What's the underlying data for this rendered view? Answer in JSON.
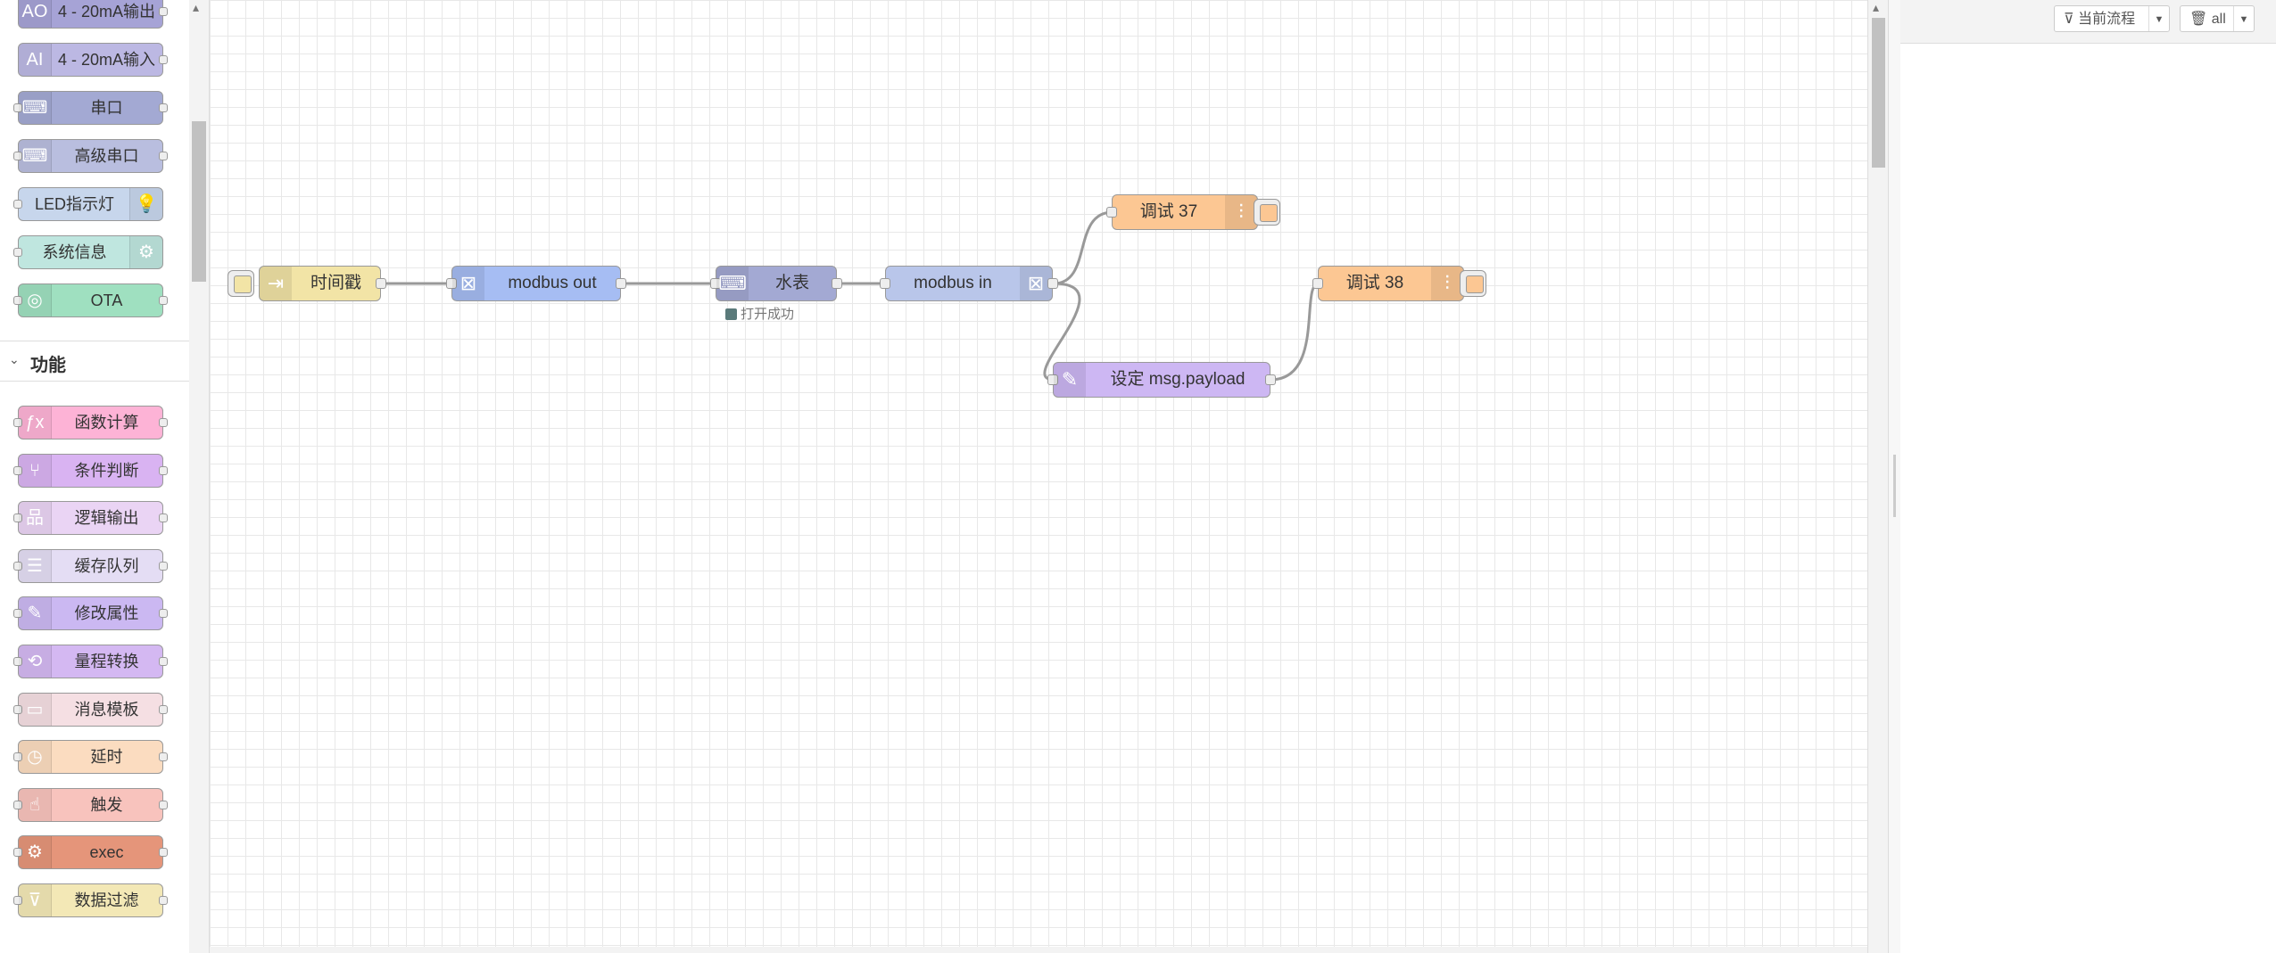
{
  "palette": {
    "nodes_top": [
      {
        "label": "4 - 20mA输出",
        "icon": "analog-output-icon",
        "glyph": "AO",
        "color": "#a6a3d6",
        "in": false,
        "out": true,
        "icon_side": "left"
      },
      {
        "label": "4 - 20mA输入",
        "icon": "analog-input-icon",
        "glyph": "AI",
        "color": "#bcb8e3",
        "in": false,
        "out": true,
        "icon_side": "left"
      },
      {
        "label": "串口",
        "icon": "serial-port-icon",
        "glyph": "⌨",
        "color": "#a3a9d3",
        "in": true,
        "out": true,
        "icon_side": "left"
      },
      {
        "label": "高级串口",
        "icon": "advanced-serial-icon",
        "glyph": "⌨",
        "color": "#b9bedf",
        "in": true,
        "out": true,
        "icon_side": "left"
      },
      {
        "label": "LED指示灯",
        "icon": "lightbulb-icon",
        "glyph": "💡",
        "color": "#c7d6ec",
        "in": true,
        "out": false,
        "icon_side": "right"
      },
      {
        "label": "系统信息",
        "icon": "gear-icon",
        "glyph": "⚙",
        "color": "#bfe6df",
        "in": true,
        "out": false,
        "icon_side": "right"
      },
      {
        "label": "OTA",
        "icon": "ota-icon",
        "glyph": "◎",
        "color": "#9fe0c0",
        "in": true,
        "out": true,
        "icon_side": "left"
      }
    ],
    "category": {
      "label": "功能",
      "chevron": "chevron-down-icon"
    },
    "nodes_func": [
      {
        "label": "函数计算",
        "icon": "function-icon",
        "glyph": "ƒx",
        "color": "#fdb3d6",
        "in": true,
        "out": true,
        "icon_side": "left"
      },
      {
        "label": "条件判断",
        "icon": "switch-icon",
        "glyph": "⑂",
        "color": "#d9b3f2",
        "in": true,
        "out": true,
        "icon_side": "left"
      },
      {
        "label": "逻辑输出",
        "icon": "logic-icon",
        "glyph": "品",
        "color": "#ead4f4",
        "in": true,
        "out": true,
        "icon_side": "left"
      },
      {
        "label": "缓存队列",
        "icon": "queue-icon",
        "glyph": "☰",
        "color": "#e4ddf4",
        "in": true,
        "out": true,
        "icon_side": "left"
      },
      {
        "label": "修改属性",
        "icon": "pencil-icon",
        "glyph": "✎",
        "color": "#cbb8f2",
        "in": true,
        "out": true,
        "icon_side": "left"
      },
      {
        "label": "量程转换",
        "icon": "range-icon",
        "glyph": "⟲",
        "color": "#d4b8f2",
        "in": true,
        "out": true,
        "icon_side": "left"
      },
      {
        "label": "消息模板",
        "icon": "template-icon",
        "glyph": "▭",
        "color": "#f5dfe3",
        "in": true,
        "out": true,
        "icon_side": "left"
      },
      {
        "label": "延时",
        "icon": "clock-icon",
        "glyph": "◷",
        "color": "#fbdcc0",
        "in": true,
        "out": true,
        "icon_side": "left"
      },
      {
        "label": "触发",
        "icon": "hand-icon",
        "glyph": "☝",
        "color": "#f8c3bd",
        "in": true,
        "out": true,
        "icon_side": "left"
      },
      {
        "label": "exec",
        "icon": "gear-icon",
        "glyph": "⚙",
        "color": "#e5957a",
        "in": true,
        "out": true,
        "icon_side": "left"
      },
      {
        "label": "数据过滤",
        "icon": "filter-icon",
        "glyph": "⊽",
        "color": "#f3e8b6",
        "in": true,
        "out": true,
        "icon_side": "left"
      }
    ]
  },
  "flow": {
    "nodes": [
      {
        "id": "timestamp",
        "label": "时间戳",
        "icon": "inject-arrow-icon",
        "glyph": "⇥",
        "color": "#f2e4a6"
      },
      {
        "id": "modbus_out",
        "label": "modbus out",
        "icon": "modbus-icon",
        "glyph": "⊠",
        "color": "#a6bdf3"
      },
      {
        "id": "meter",
        "label": "水表",
        "icon": "serial-port-icon",
        "glyph": "⌨",
        "color": "#a3a9d3",
        "status": "打开成功"
      },
      {
        "id": "modbus_in",
        "label": "modbus in",
        "icon": "modbus-icon",
        "glyph": "⊠",
        "color": "#b9c6ea"
      },
      {
        "id": "debug37",
        "label": "调试 37",
        "icon": "debug-sliders-icon",
        "glyph": "⫶",
        "color": "#fcc793"
      },
      {
        "id": "change",
        "label": "设定 msg.payload",
        "icon": "pencil-icon",
        "glyph": "✎",
        "color": "#cdb7f3"
      },
      {
        "id": "debug38",
        "label": "调试 38",
        "icon": "debug-sliders-icon",
        "glyph": "⫶",
        "color": "#fcc793"
      }
    ]
  },
  "sidebar": {
    "filter_label": "当前流程",
    "filter_icon": "filter-icon",
    "clear_label": "all",
    "clear_icon": "trash-icon"
  }
}
